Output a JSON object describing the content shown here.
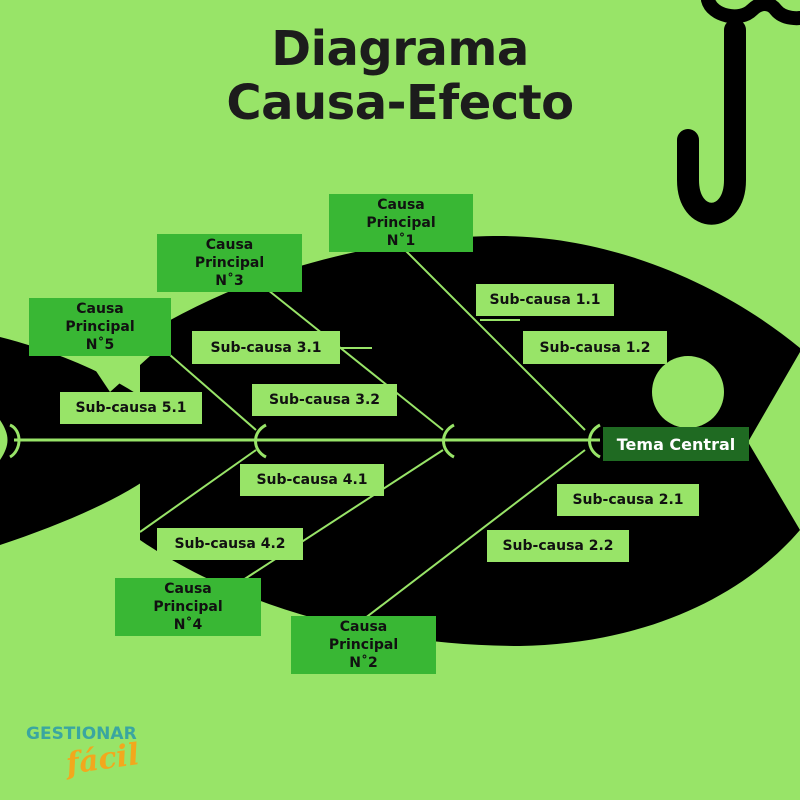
{
  "title": {
    "line1": "Diagrama",
    "line2": "Causa-Efecto"
  },
  "central_topic": "Tema Central",
  "causes": {
    "c1": "Causa\nPrincipal\nN˚1",
    "c2": "Causa\nPrincipal\nN˚2",
    "c3": "Causa\nPrincipal\nN˚3",
    "c4": "Causa\nPrincipal\nN˚4",
    "c5": "Causa\nPrincipal\nN˚5"
  },
  "subcauses": {
    "s1_1": "Sub-causa 1.1",
    "s1_2": "Sub-causa 1.2",
    "s2_1": "Sub-causa 2.1",
    "s2_2": "Sub-causa 2.2",
    "s3_1": "Sub-causa 3.1",
    "s3_2": "Sub-causa 3.2",
    "s4_1": "Sub-causa 4.1",
    "s4_2": "Sub-causa 4.2",
    "s5_1": "Sub-causa 5.1"
  },
  "logo": {
    "line1": "GESTIONAR",
    "line2": "fácil"
  },
  "colors": {
    "background": "#98e468",
    "fish": "#000000",
    "cause_box": "#39b734",
    "central_box": "#1f6a22",
    "bone_line": "#98e468",
    "logo_teal": "#3aa6a0",
    "logo_orange": "#f2a81d"
  },
  "icons": {
    "hook": "fishing-hook-icon",
    "eye": "fish-eye-icon"
  }
}
